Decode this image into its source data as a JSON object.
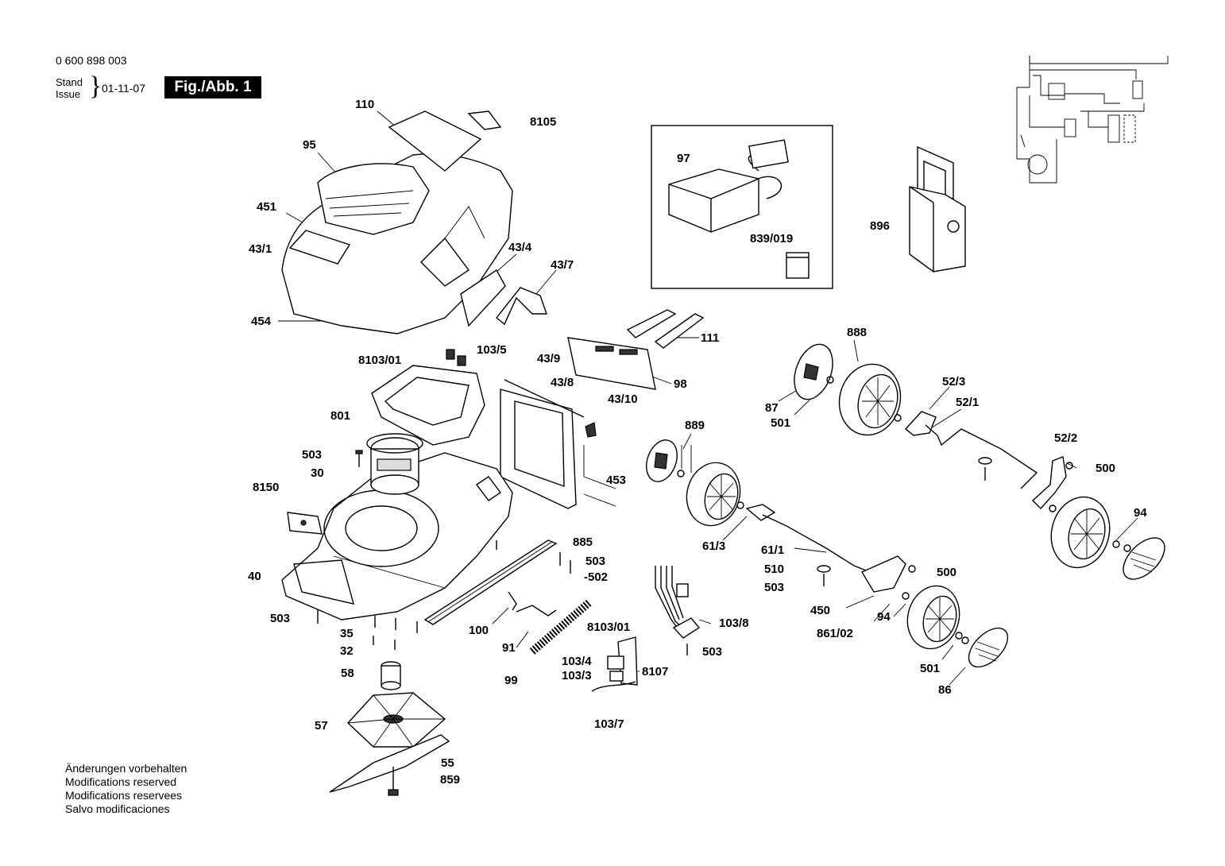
{
  "header": {
    "doc_number": "0 600 898 003",
    "stand": "Stand",
    "issue": "Issue",
    "date": "01-11-07",
    "figure_label": "Fig./Abb. 1"
  },
  "notes": [
    "Änderungen vorbehalten",
    "Modifications reserved",
    "Modifications reservees",
    "Salvo modificaciones"
  ],
  "labels": {
    "p110": "110",
    "p8105": "8105",
    "p95": "95",
    "p451": "451",
    "p43_1": "43/1",
    "p43_4": "43/4",
    "p43_7": "43/7",
    "p454": "454",
    "p97": "97",
    "p839_019": "839/019",
    "p896": "896",
    "p888": "888",
    "p111": "111",
    "p98": "98",
    "p103_5": "103/5",
    "p8103_01a": "8103/01",
    "p43_9": "43/9",
    "p43_8": "43/8",
    "p43_10": "43/10",
    "p52_3": "52/3",
    "p52_1": "52/1",
    "p87": "87",
    "p501a": "501",
    "p801": "801",
    "p889": "889",
    "p52_2": "52/2",
    "p500a": "500",
    "p503a": "503",
    "p30": "30",
    "p453": "453",
    "p8150": "8150",
    "p94a": "94",
    "p885": "885",
    "p503b": "503",
    "p502": "-502",
    "p61_3": "61/3",
    "p61_1": "61/1",
    "p40": "40",
    "p510": "510",
    "p500b": "500",
    "p503c": "503",
    "p450": "450",
    "p94b": "94",
    "p503d": "503",
    "p8103_01b": "8103/01",
    "p103_8": "103/8",
    "p861_02": "861/02",
    "p100": "100",
    "p35": "35",
    "p91": "91",
    "p503e": "503",
    "p32": "32",
    "p103_4": "103/4",
    "p103_3": "103/3",
    "p8107": "8107",
    "p501b": "501",
    "p58": "58",
    "p99": "99",
    "p86": "86",
    "p57": "57",
    "p103_7": "103/7",
    "p55": "55",
    "p859": "859"
  }
}
